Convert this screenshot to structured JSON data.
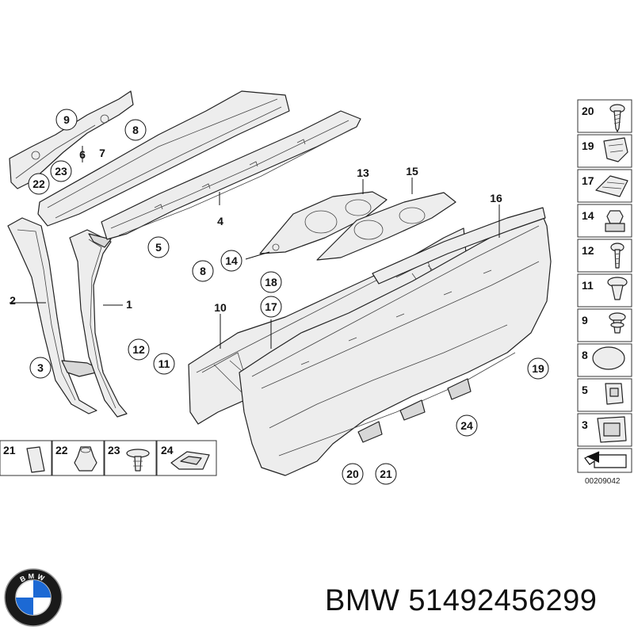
{
  "diagram": {
    "callouts_main": [
      "9",
      "8",
      "7",
      "6",
      "23",
      "22",
      "4",
      "5",
      "2",
      "1",
      "3",
      "12",
      "11",
      "13",
      "15",
      "14",
      "8",
      "18",
      "17",
      "10",
      "16",
      "19",
      "24",
      "20",
      "21"
    ],
    "side_panel_labels": [
      "20",
      "19",
      "17",
      "14",
      "12",
      "11",
      "9",
      "8",
      "5",
      "3"
    ],
    "bottom_panel_labels": [
      "21",
      "22",
      "23",
      "24"
    ],
    "reference_code": "00209042"
  },
  "logo": {
    "text": "BMW",
    "colors": {
      "blue": "#1c69d4",
      "white": "#ffffff",
      "ring": "#1a1a1a"
    }
  },
  "caption": "BMW 51492456299"
}
